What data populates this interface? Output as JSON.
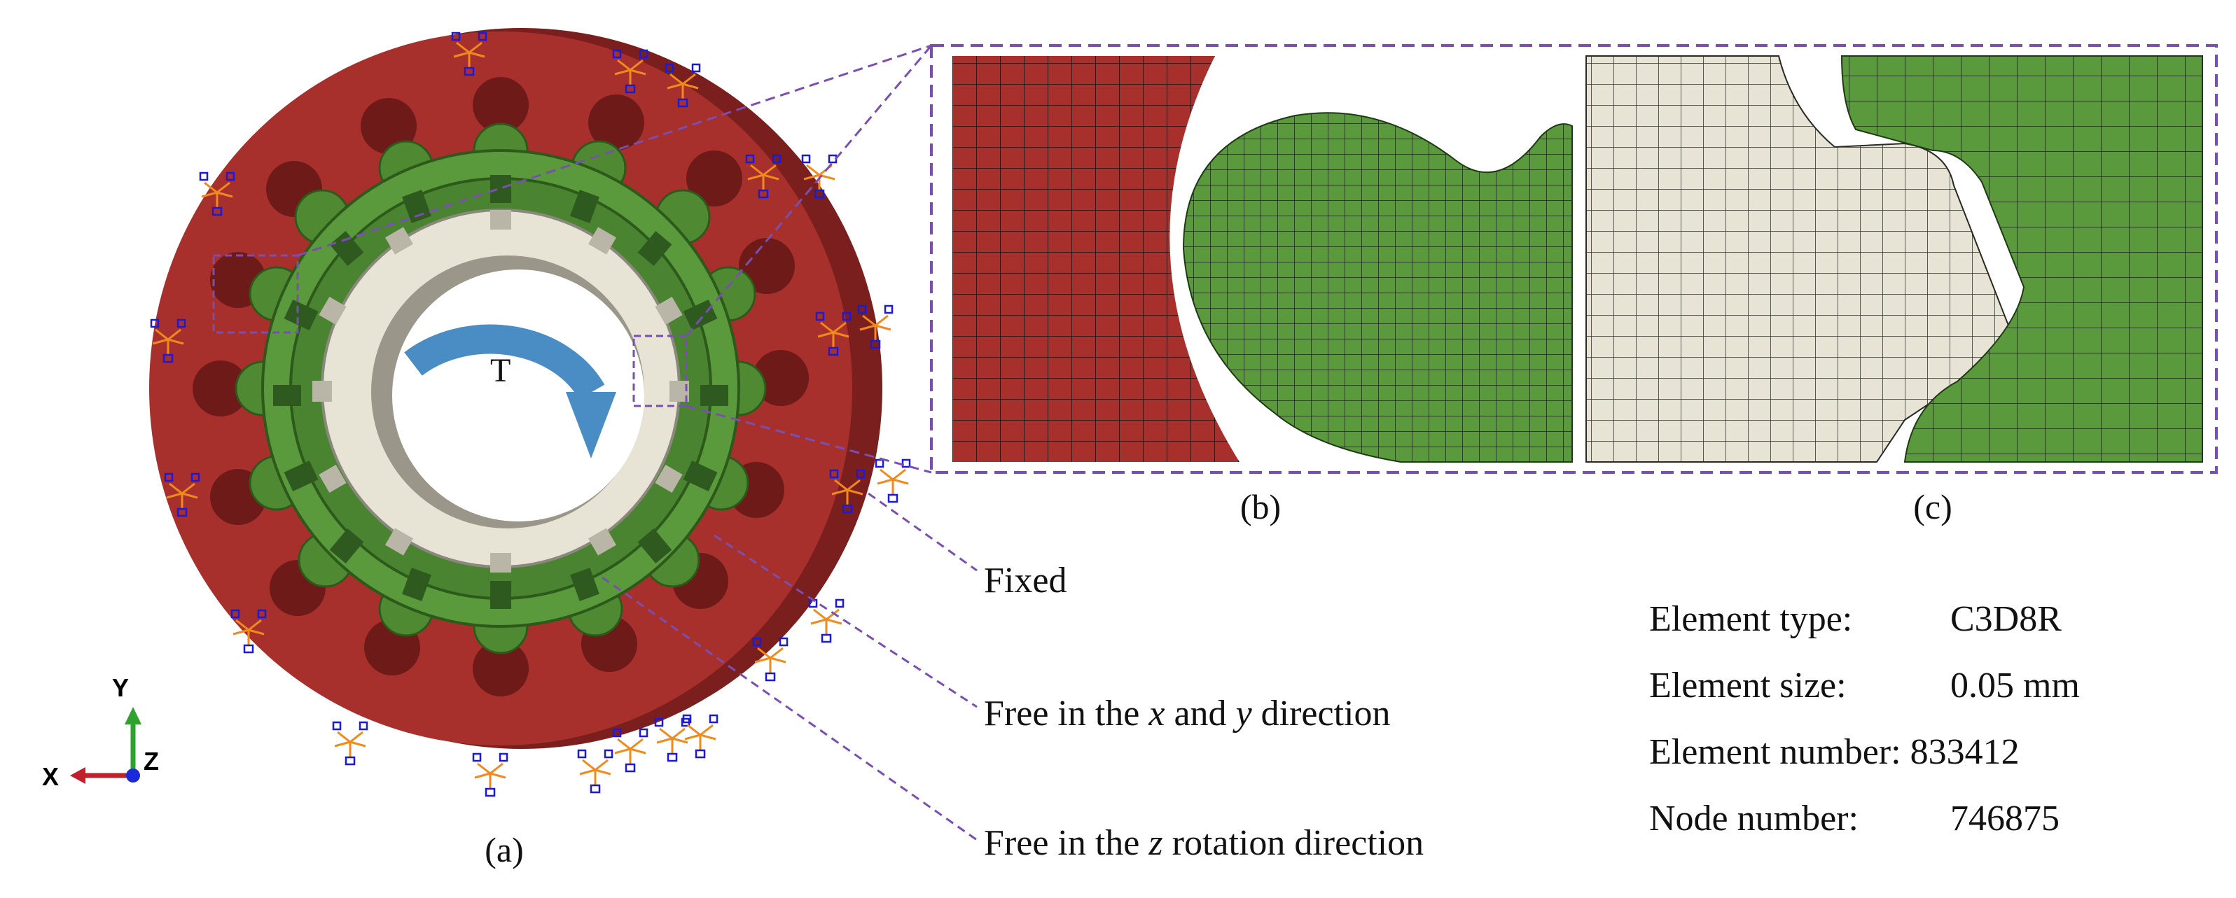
{
  "torque_label": "T",
  "captions": {
    "a": "(a)",
    "b": "(b)",
    "c": "(c)"
  },
  "boundary_conditions": {
    "fixed": "Fixed",
    "free_xy": {
      "prefix": "Free in the ",
      "v1": "x",
      "mid": " and ",
      "v2": "y",
      "suffix": " direction"
    },
    "free_rz": {
      "prefix": "Free in the ",
      "v1": "z",
      "suffix": " rotation direction"
    }
  },
  "mesh_info": [
    {
      "key": "Element type:",
      "value": "C3D8R"
    },
    {
      "key": "Element size:",
      "value": "0.05 mm"
    },
    {
      "key": "Element number:",
      "value": "833412"
    },
    {
      "key": "Node number:",
      "value": "746875"
    }
  ],
  "axes": {
    "y": "Y",
    "x": "X",
    "z": "Z"
  },
  "colors": {
    "outer_ring": "#a8302c",
    "gear_green": "#5a9a3c",
    "inner_hub": "#e7e4d6",
    "arrow": "#4a8cc4",
    "dashed_frame": "#7a4fb0",
    "constraint_orange": "#f08a1c",
    "constraint_blue": "#1a1ad8"
  }
}
